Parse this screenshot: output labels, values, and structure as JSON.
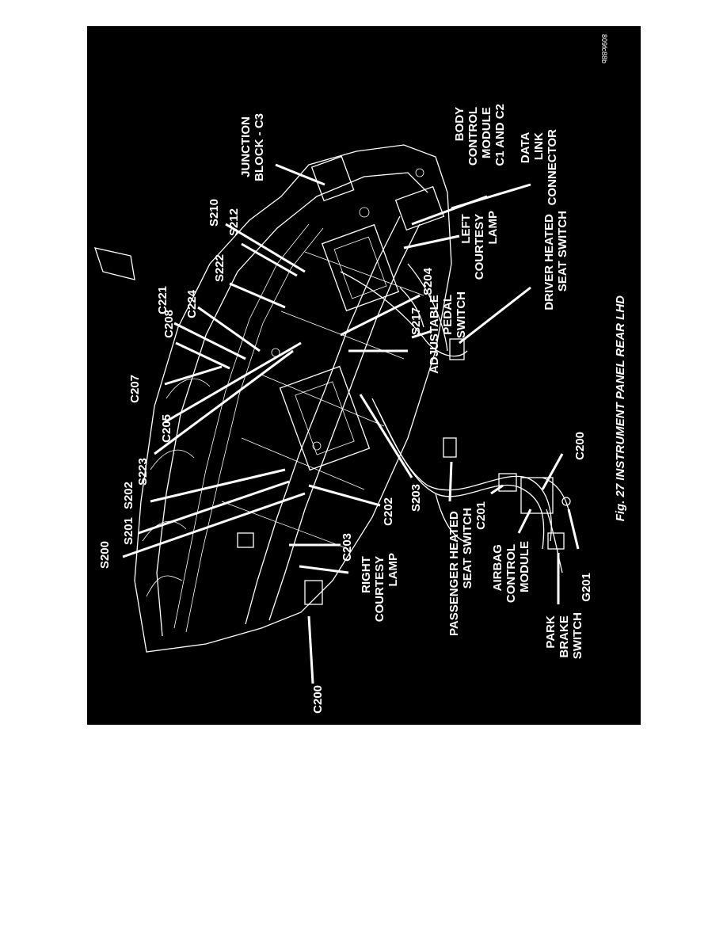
{
  "figure": {
    "caption": "Fig. 27 INSTRUMENT PANEL REAR LHD",
    "image_code": "809fc88b"
  },
  "labels": {
    "junction_block_c3": [
      "JUNCTION",
      "BLOCK - C3"
    ],
    "body_control_module": [
      "BODY",
      "CONTROL",
      "MODULE",
      "C1 AND C2"
    ],
    "data_link_connector": [
      "DATA",
      "LINK",
      "CONNECTOR"
    ],
    "left_courtesy_lamp": [
      "LEFT",
      "COURTESY",
      "LAMP"
    ],
    "driver_heated_seat_switch": [
      "DRIVER HEATED",
      "SEAT SWITCH"
    ],
    "adjustable_pedal_switch": [
      "ADJUSTABLE",
      "PEDAL",
      "SWITCH"
    ],
    "s210": "S210",
    "s212": "S212",
    "s222": "S222",
    "c224": "C224",
    "c221": "C221",
    "c208": "C208",
    "s204": "S204",
    "s217": "S217",
    "c207": "C207",
    "c205": "C205",
    "s223": "S223",
    "s202": "S202",
    "s201": "S201",
    "s200": "S200",
    "c202": "C202",
    "c203": "C203",
    "right_courtesy_lamp": [
      "RIGHT",
      "COURTESY",
      "LAMP"
    ],
    "c200_left": "C200",
    "s203": "S203",
    "passenger_heated_seat_switch": [
      "PASSENGER HEATED",
      "SEAT SWITCH"
    ],
    "c201": "C201",
    "c200_right": "C200",
    "airbag_control_module": [
      "AIRBAG",
      "CONTROL",
      "MODULE"
    ],
    "park_brake_switch": [
      "PARK",
      "BRAKE",
      "SWITCH"
    ],
    "g201": "G201"
  }
}
